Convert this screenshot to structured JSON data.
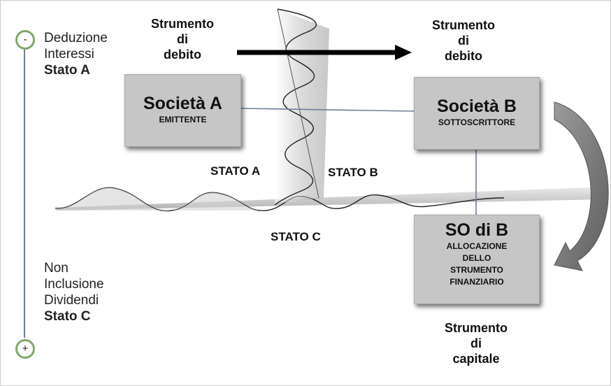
{
  "scale": {
    "minus_symbol": "-",
    "plus_symbol": "+",
    "top_label": [
      "Deduzione",
      "Interessi"
    ],
    "top_state": "Stato A",
    "bottom_label": [
      "Non",
      "Inclusione",
      "Dividendi"
    ],
    "bottom_state": "Stato C"
  },
  "instruments": {
    "debt_left": [
      "Strumento",
      "di",
      "debito"
    ],
    "debt_right": [
      "Strumento",
      "di",
      "debito"
    ],
    "capital": [
      "Strumento",
      "di",
      "capitale"
    ]
  },
  "boxes": {
    "societa_a": {
      "title": "Società A",
      "subtitle": "EMITTENTE"
    },
    "societa_b": {
      "title": "Società B",
      "subtitle": "SOTTOSCRITTORE"
    },
    "so_di_b": {
      "title": "SO di B",
      "subtitle": [
        "ALLOCAZIONE",
        "DELLO",
        "STRUMENTO",
        "FINANZIARIO"
      ]
    }
  },
  "states": {
    "a": "STATO A",
    "b": "STATO B",
    "c": "STATO C"
  },
  "colors": {
    "box_fill": "#c6c6c6",
    "scale_line": "#6f7f9a",
    "circle_border": "#7fa86a",
    "curved_arrow": "#7a7a7a"
  }
}
